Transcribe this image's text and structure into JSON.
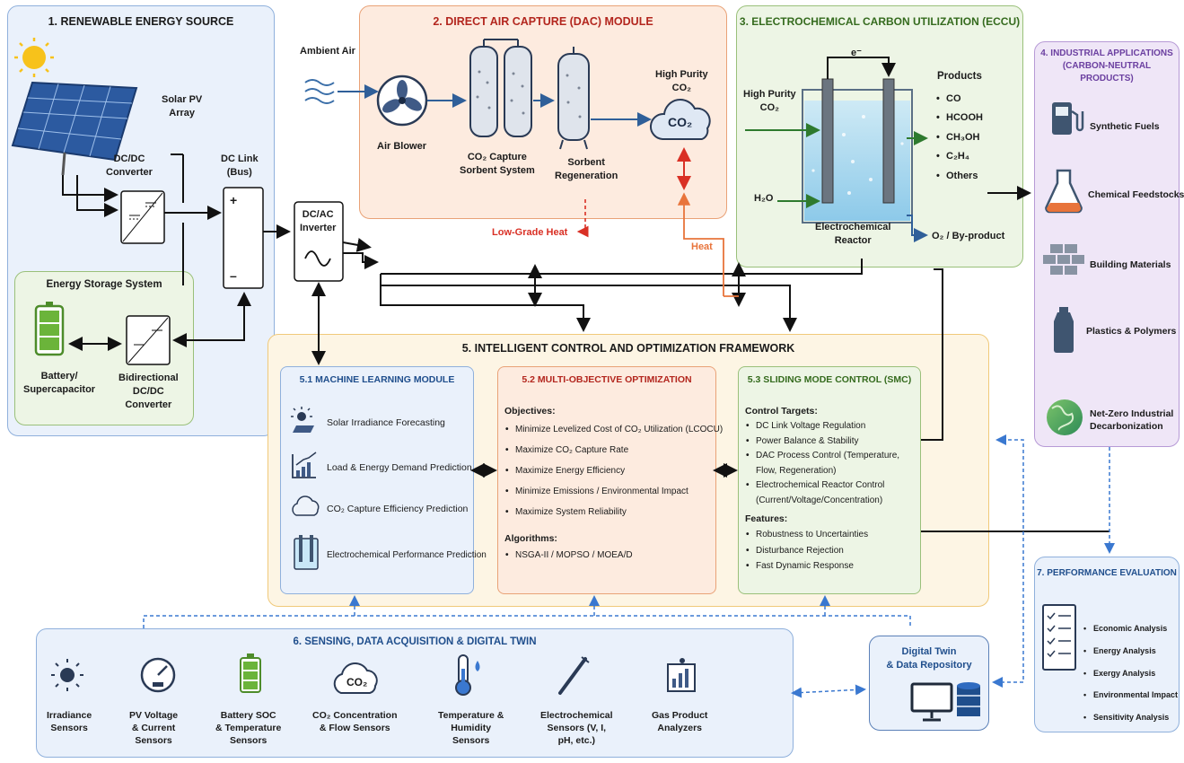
{
  "renewable": {
    "title": "1. RENEWABLE ENERGY SOURCE",
    "solar_pv": "Solar PV\nArray",
    "dcdc": "DC/DC\nConverter",
    "dclink": "DC Link\n(Bus)",
    "plus": "+",
    "minus": "–",
    "storage_title": "Energy Storage System",
    "battery": "Battery/\nSupercapacitor",
    "bidir": "Bidirectional\nDC/DC\nConverter"
  },
  "inverter": "DC/AC\nInverter",
  "dac": {
    "title": "2. DIRECT AIR CAPTURE (DAC) MODULE",
    "ambient": "Ambient Air",
    "blower": "Air Blower",
    "capture": "CO₂ Capture\nSorbent System",
    "regen": "Sorbent\nRegeneration",
    "high_purity": "High Purity\nCO₂",
    "co2": "CO₂",
    "low_heat": "Low-Grade Heat",
    "heat": "Heat"
  },
  "eccu": {
    "title": "3. ELECTROCHEMICAL CARBON UTILIZATION (ECCU)",
    "electron": "e⁻",
    "input_co2": "High Purity\nCO₂",
    "h2o": "H₂O",
    "products_title": "Products",
    "products": [
      "CO",
      "HCOOH",
      "CH₃OH",
      "C₂H₄",
      "Others"
    ],
    "reactor": "Electrochemical\nReactor",
    "o2": "O₂ / By-product"
  },
  "industrial": {
    "title": "4. INDUSTRIAL APPLICATIONS\n(CARBON-NEUTRAL PRODUCTS)",
    "items": [
      "Synthetic Fuels",
      "Chemical Feedstocks",
      "Building Materials",
      "Plastics & Polymers",
      "Net-Zero Industrial\nDecarbonization"
    ]
  },
  "control": {
    "title": "5. INTELLIGENT CONTROL AND OPTIMIZATION FRAMEWORK",
    "ml": {
      "title": "5.1 MACHINE LEARNING MODULE",
      "items": [
        "Solar Irradiance Forecasting",
        "Load & Energy Demand Prediction",
        "CO₂ Capture Efficiency Prediction",
        "Electrochemical Performance Prediction"
      ]
    },
    "moo": {
      "title": "5.2 MULTI-OBJECTIVE OPTIMIZATION",
      "objectives_label": "Objectives:",
      "objectives": [
        "Minimize Levelized Cost of CO₂ Utilization (LCOCU)",
        "Maximize CO₂ Capture Rate",
        "Maximize Energy Efficiency",
        "Minimize Emissions / Environmental Impact",
        "Maximize System Reliability"
      ],
      "algorithms_label": "Algorithms:",
      "algorithms": [
        "NSGA-II / MOPSO / MOEA/D"
      ]
    },
    "smc": {
      "title": "5.3 SLIDING MODE CONTROL (SMC)",
      "targets_label": "Control Targets:",
      "targets": [
        "DC Link Voltage Regulation",
        "Power Balance & Stability",
        "DAC Process Control (Temperature,\nFlow, Regeneration)",
        "Electrochemical Reactor Control\n(Current/Voltage/Concentration)"
      ],
      "features_label": "Features:",
      "features": [
        "Robustness to Uncertainties",
        "Disturbance Rejection",
        "Fast Dynamic Response"
      ]
    }
  },
  "sensing": {
    "title": "6. SENSING, DATA ACQUISITION & DIGITAL TWIN",
    "items": [
      {
        "label": "Irradiance\nSensors",
        "icon": "sun-icon"
      },
      {
        "label": "PV Voltage\n& Current\nSensors",
        "icon": "gauge-icon"
      },
      {
        "label": "Battery SOC\n& Temperature\nSensors",
        "icon": "battery-icon"
      },
      {
        "label": "CO₂ Concentration\n& Flow Sensors",
        "icon": "co2-cloud-icon"
      },
      {
        "label": "Temperature &\nHumidity\nSensors",
        "icon": "thermometer-icon"
      },
      {
        "label": "Electrochemical\nSensors (V, I,\npH, etc.)",
        "icon": "probe-icon"
      },
      {
        "label": "Gas Product\nAnalyzers",
        "icon": "analyzer-icon"
      }
    ],
    "co2_icon_text": "CO₂"
  },
  "digital_twin": "Digital Twin\n& Data Repository",
  "performance": {
    "title": "7. PERFORMANCE EVALUATION",
    "items": [
      "Economic Analysis",
      "Energy Analysis",
      "Exergy Analysis",
      "Environmental Impact",
      "Sensitivity Analysis"
    ]
  },
  "colors": {
    "blue_panel": "#eaf1fb",
    "blue_border": "#8fb0dc",
    "orange_panel": "#fdebdf",
    "orange_border": "#e9a277",
    "green_panel": "#edf5e5",
    "green_border": "#9ac07a",
    "purple_panel": "#efe6f7",
    "purple_border": "#b79ad6",
    "yellow_panel": "#fdf5e4",
    "yellow_border": "#f0c97a",
    "red_title": "#b3261e",
    "navy_title": "#1f4e8c",
    "dark_green_title": "#356b1e",
    "purple_title": "#6b3fa0",
    "heat_red": "#d93025",
    "heat_orange": "#e8743b"
  }
}
